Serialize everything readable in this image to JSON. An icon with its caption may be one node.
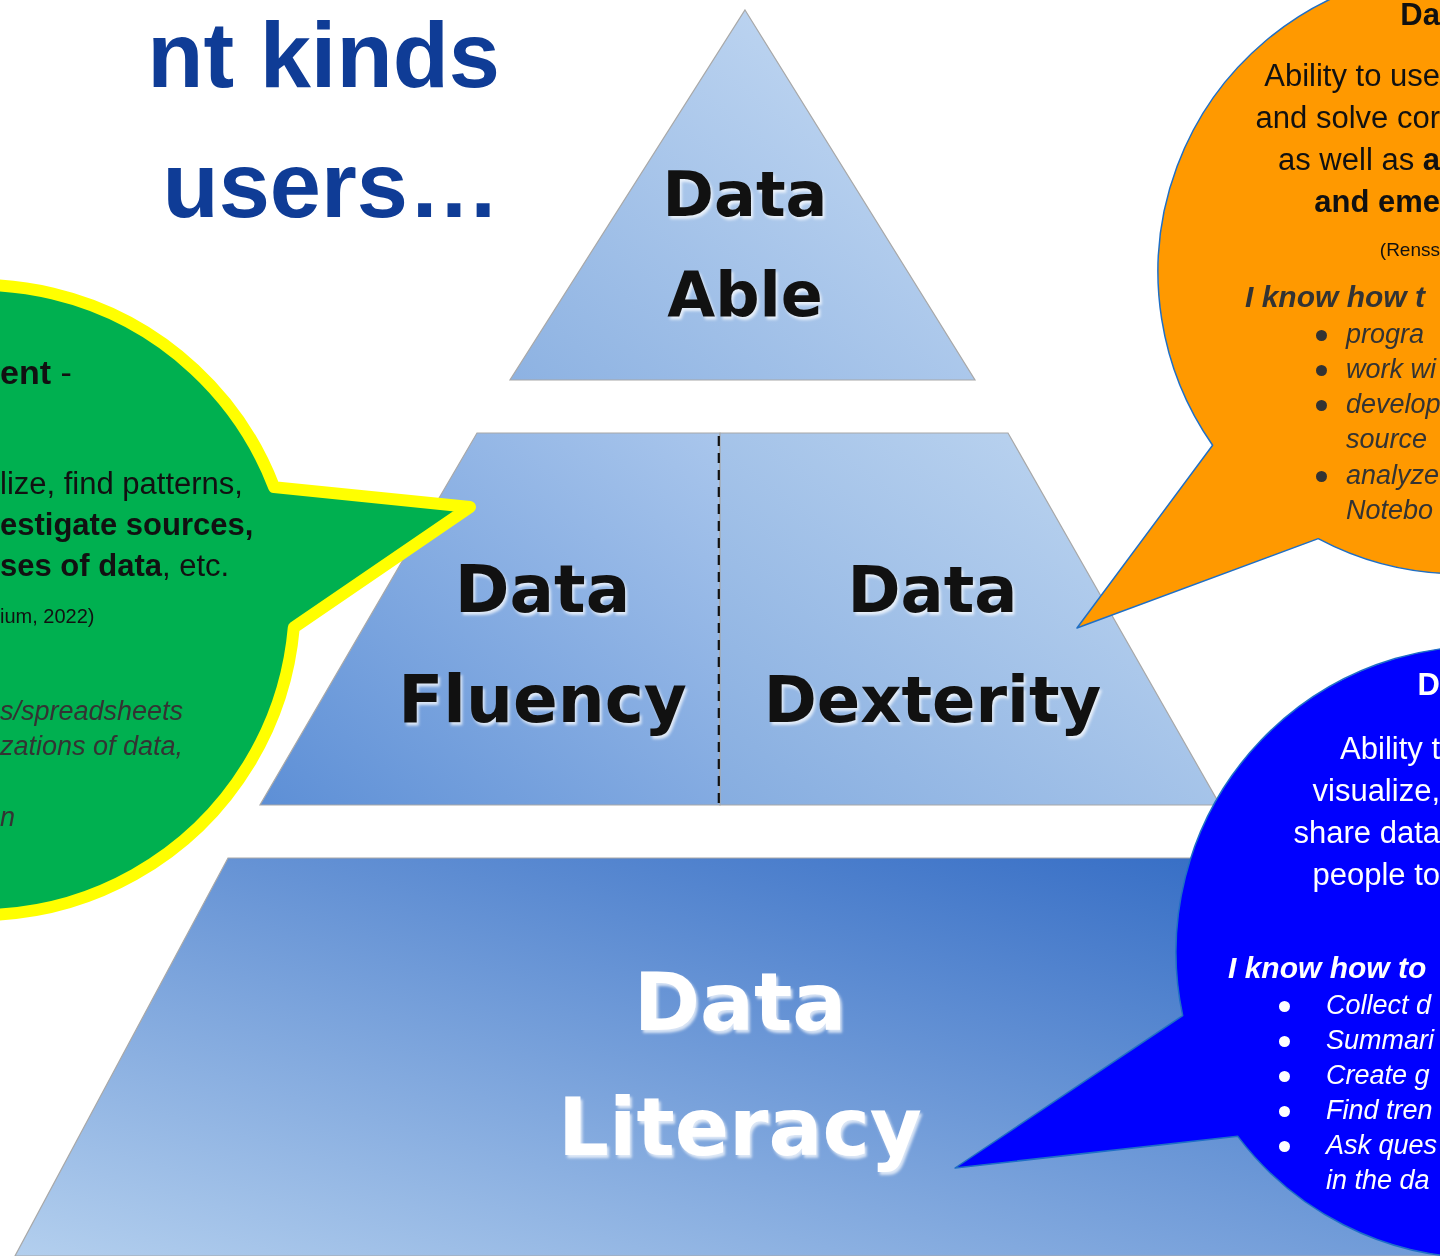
{
  "diagram": {
    "title": "nt kinds users…",
    "nodes": [
      {
        "text": [
          "Data Able"
        ]
      },
      {
        "text": [
          "Data Fluency"
        ]
      },
      {
        "text": [
          "Data Dexterity"
        ]
      },
      {
        "text": [
          "Data Literacy"
        ]
      },
      {
        "text": [
          "**ent** -",
          "lize, find patterns, **estigate sources, ses of data**, etc.",
          "ium, 2022)",
          "s/spreadsheets zations of data,",
          "n"
        ]
      },
      {
        "text": [
          "Da",
          "Ability to use and solve cor as well as **a and eme**",
          "(Renss",
          "I know how t",
          "progra",
          "work wi",
          "develop source",
          "analyze Notebo"
        ]
      },
      {
        "text": [
          "D",
          "Ability t visualize, share data people to",
          "I know how to",
          "Collect d",
          "Summari",
          "Create g",
          "Find tren",
          "Ask ques in the da"
        ]
      }
    ]
  }
}
